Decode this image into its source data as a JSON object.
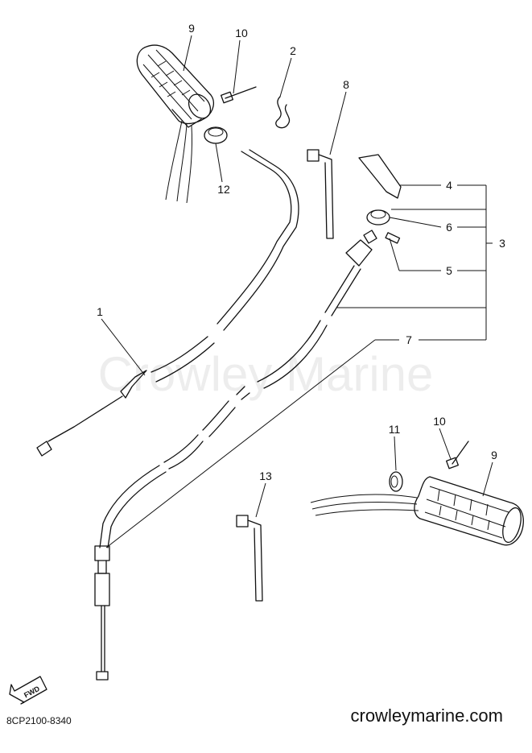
{
  "diagram": {
    "watermark": "Crowley Marine",
    "part_number": "8CP2100-8340",
    "site": "crowleymarine.com",
    "direction_badge": "FWD",
    "callouts": {
      "grip_top": "9",
      "pin_top": "10",
      "clip": "2",
      "strap_top": "8",
      "collar_top": "12",
      "bracket": "4",
      "ring": "6",
      "group": "3",
      "key": "5",
      "cable_1": "1",
      "cable_7": "7",
      "collar_bottom": "11",
      "pin_bottom": "10",
      "grip_bottom": "9",
      "strap_bottom": "13"
    }
  }
}
